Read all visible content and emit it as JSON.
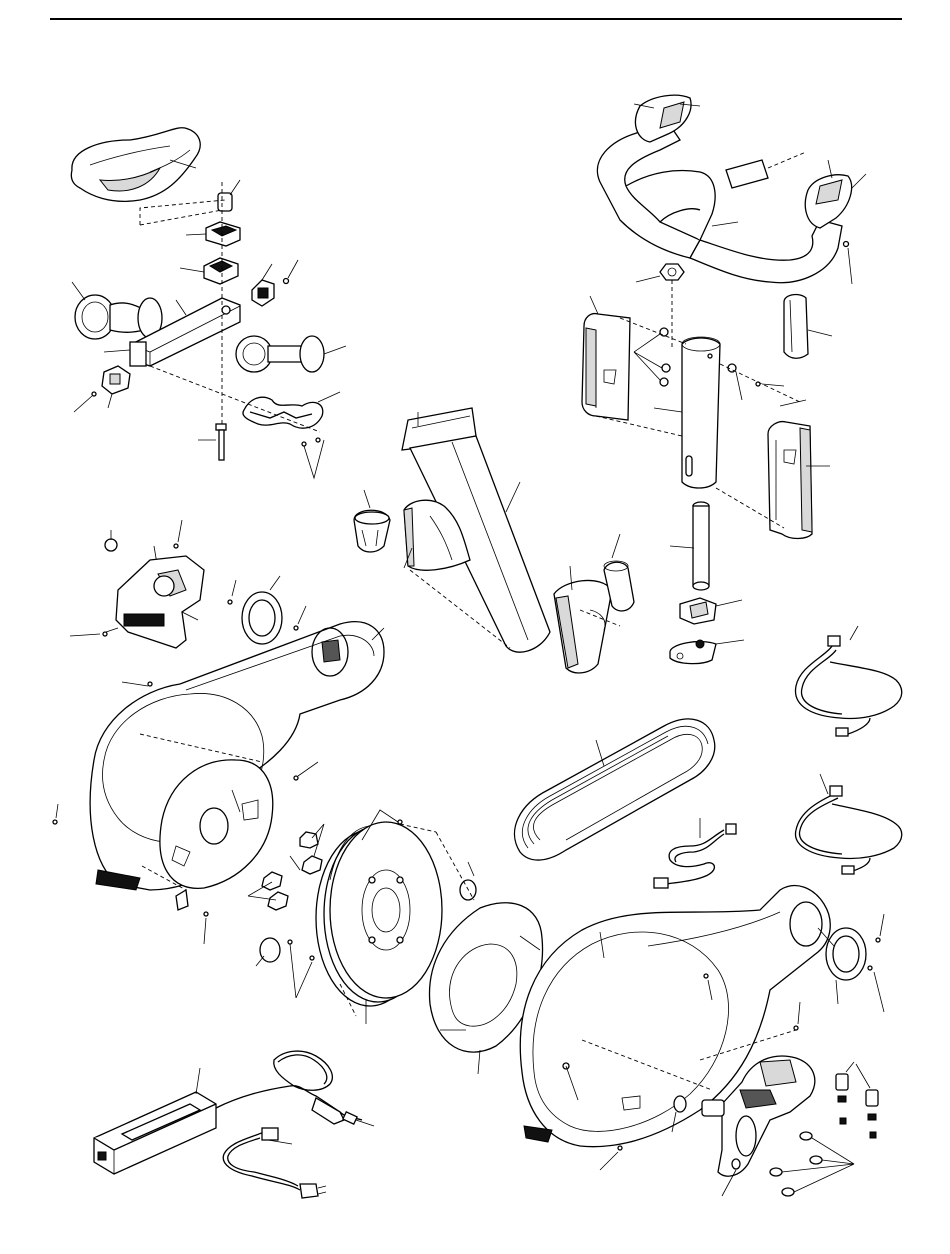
{
  "diagram": {
    "colors": {
      "line": "#000000",
      "background": "#ffffff",
      "shading": "#d9d9d9"
    },
    "parts": [
      "seat",
      "seat-slide-bolt",
      "seat-clamp-top",
      "seat-clamp-bottom",
      "seat-post-cap",
      "seat-knob-left",
      "seat-rail",
      "seat-knob-right",
      "water-bottle-holder",
      "seat-bolt",
      "handlebar",
      "handlebar-grip-left",
      "handlebar-grip-right",
      "handlebar-nut",
      "handlebar-post-shroud-left",
      "handlebar-post",
      "handlebar-post-shroud-right",
      "handlebar-trim",
      "handlebar-rod",
      "handlebar-latch",
      "handlebar-latch-plate",
      "seat-post",
      "seat-post-shroud",
      "seat-post-knob",
      "seat-post-guard",
      "seat-post-bushing",
      "crank-housing",
      "bearing-plate-left",
      "left-shield",
      "left-disc",
      "drive-belt",
      "flywheel",
      "flywheel-cover",
      "right-shield",
      "bearing-plate-right",
      "crank",
      "pedal-strap",
      "wire-harness",
      "upper-wire",
      "lower-wire",
      "power-adapter",
      "power-cord"
    ]
  }
}
